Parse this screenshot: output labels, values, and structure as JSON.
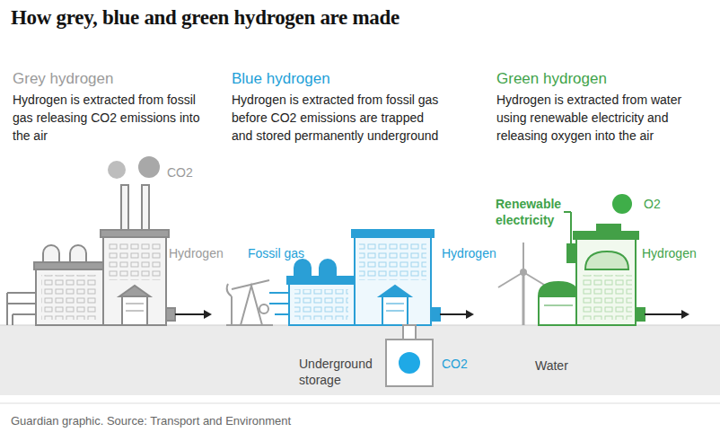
{
  "diagram": {
    "title": "How grey, blue and green hydrogen are made",
    "caption": "Guardian graphic. Source: Transport and Environment",
    "labels": [
      "Grey hydrogen",
      "Hydrogen is extracted from fossil gas releasing CO2 emissions into the air",
      "Blue hydrogen",
      "Hydrogen is extracted from fossil gas before CO2 emissions are trapped and stored permanently underground",
      "Green hydrogen",
      "Hydrogen is extracted from water using renewable electricity and releasing oxygen into the air",
      "CO2",
      "Hydrogen",
      "Fossil gas",
      "Hydrogen",
      "Renewable electricity",
      "O2",
      "Hydrogen",
      "Underground storage",
      "CO2",
      "Water"
    ]
  }
}
